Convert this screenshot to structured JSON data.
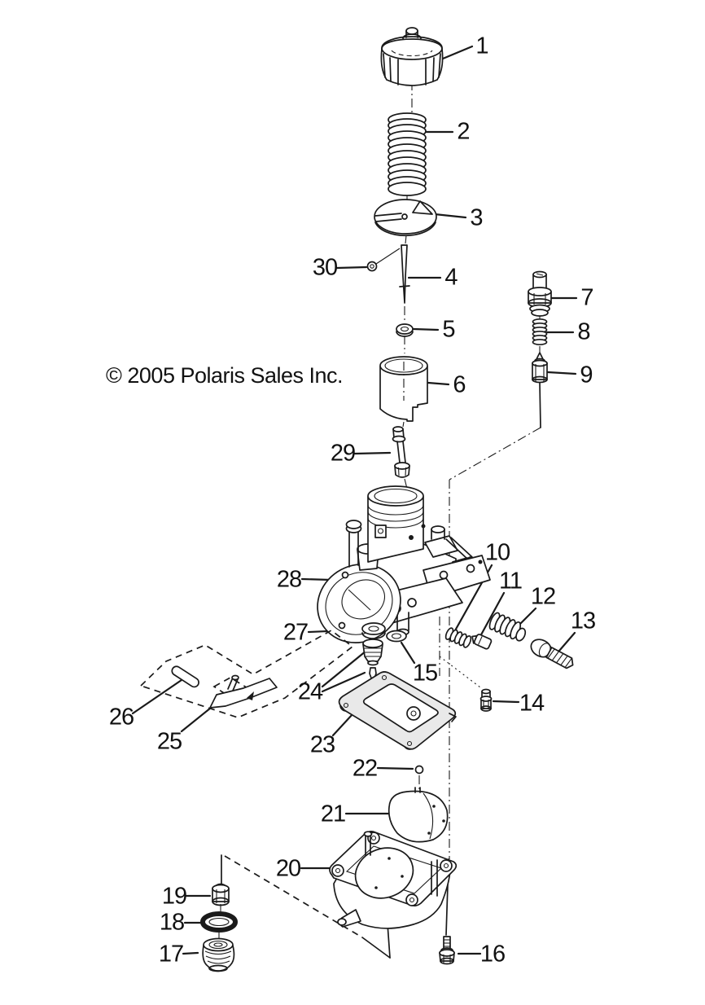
{
  "document": {
    "type": "exploded-parts-diagram",
    "subject": "carburetor assembly",
    "copyright": "© 2005 Polaris Sales Inc."
  },
  "callouts": [
    "1",
    "2",
    "3",
    "4",
    "5",
    "6",
    "7",
    "8",
    "9",
    "10",
    "11",
    "12",
    "13",
    "14",
    "15",
    "16",
    "17",
    "18",
    "19",
    "20",
    "21",
    "22",
    "23",
    "24",
    "25",
    "26",
    "27",
    "28",
    "29",
    "30"
  ]
}
